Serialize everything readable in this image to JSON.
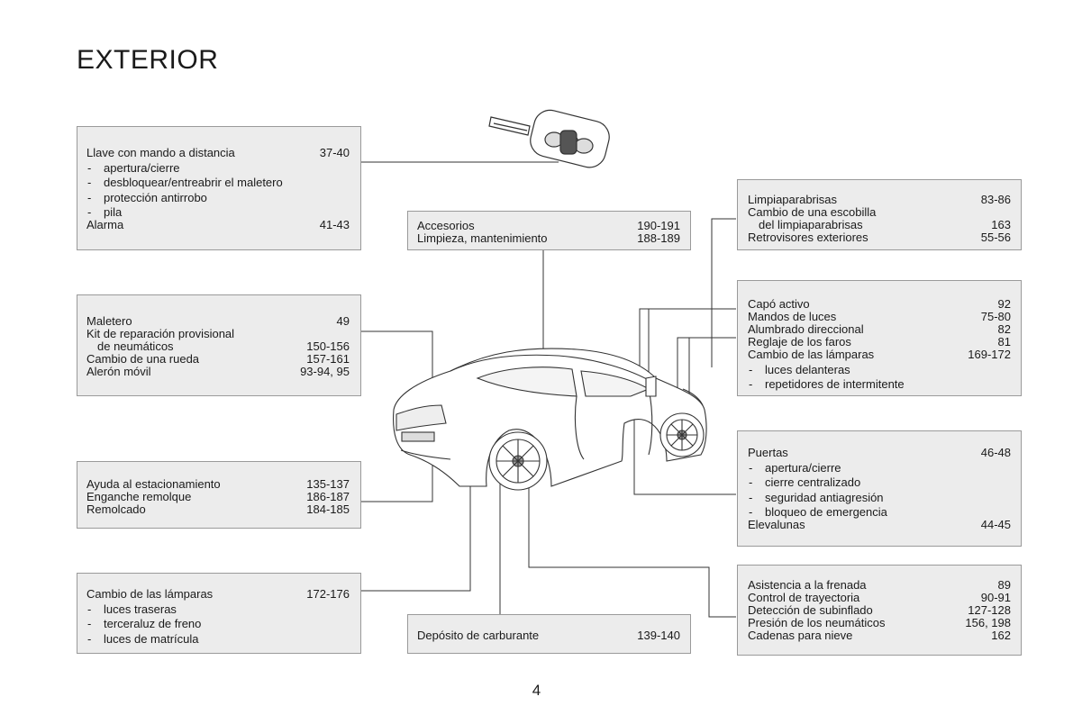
{
  "page_title": "EXTERIOR",
  "page_number": "4",
  "boxes": {
    "llave": {
      "items": [
        {
          "label": "Llave con mando a distancia",
          "page": "37-40",
          "kind": "main"
        },
        {
          "label": "apertura/cierre",
          "page": "",
          "kind": "dash"
        },
        {
          "label": "desbloquear/entreabrir el maletero",
          "page": "",
          "kind": "dash"
        },
        {
          "label": "protección antirrobo",
          "page": "",
          "kind": "dash"
        },
        {
          "label": "pila",
          "page": "",
          "kind": "dash"
        },
        {
          "label": "Alarma",
          "page": "41-43",
          "kind": "main"
        }
      ]
    },
    "accesorios": {
      "items": [
        {
          "label": "Accesorios",
          "page": "190-191",
          "kind": "main"
        },
        {
          "label": "Limpieza, mantenimiento",
          "page": "188-189",
          "kind": "main"
        }
      ]
    },
    "limpia": {
      "items": [
        {
          "label": "Limpiaparabrisas",
          "page": "83-86",
          "kind": "main"
        },
        {
          "label": "Cambio de una escobilla",
          "page": "",
          "kind": "main"
        },
        {
          "label": "del limpiaparabrisas",
          "page": "163",
          "kind": "sub"
        },
        {
          "label": "Retrovisores exteriores",
          "page": "55-56",
          "kind": "main"
        }
      ]
    },
    "maletero": {
      "items": [
        {
          "label": "Maletero",
          "page": "49",
          "kind": "main"
        },
        {
          "label": "Kit de reparación provisional",
          "page": "",
          "kind": "main"
        },
        {
          "label": "de neumáticos",
          "page": "150-156",
          "kind": "sub"
        },
        {
          "label": "Cambio de una rueda",
          "page": "157-161",
          "kind": "main"
        },
        {
          "label": "Alerón móvil",
          "page": "93-94, 95",
          "kind": "main"
        }
      ]
    },
    "capo": {
      "items": [
        {
          "label": "Capó activo",
          "page": "92",
          "kind": "main"
        },
        {
          "label": "Mandos de luces",
          "page": "75-80",
          "kind": "main"
        },
        {
          "label": "Alumbrado direccional",
          "page": "82",
          "kind": "main"
        },
        {
          "label": "Reglaje de los faros",
          "page": "81",
          "kind": "main"
        },
        {
          "label": "Cambio de las lámparas",
          "page": "169-172",
          "kind": "main"
        },
        {
          "label": "luces delanteras",
          "page": "",
          "kind": "dash"
        },
        {
          "label": "repetidores de intermitente",
          "page": "",
          "kind": "dash"
        }
      ]
    },
    "ayuda": {
      "items": [
        {
          "label": "Ayuda al estacionamiento",
          "page": "135-137",
          "kind": "main"
        },
        {
          "label": "Enganche remolque",
          "page": "186-187",
          "kind": "main"
        },
        {
          "label": "Remolcado",
          "page": "184-185",
          "kind": "main"
        }
      ]
    },
    "puertas": {
      "items": [
        {
          "label": "Puertas",
          "page": "46-48",
          "kind": "main"
        },
        {
          "label": "apertura/cierre",
          "page": "",
          "kind": "dash"
        },
        {
          "label": "cierre centralizado",
          "page": "",
          "kind": "dash"
        },
        {
          "label": "seguridad antiagresión",
          "page": "",
          "kind": "dash"
        },
        {
          "label": "bloqueo de emergencia",
          "page": "",
          "kind": "dash"
        },
        {
          "label": "Elevalunas",
          "page": "44-45",
          "kind": "main"
        }
      ]
    },
    "lamparas": {
      "items": [
        {
          "label": "Cambio de las lámparas",
          "page": "172-176",
          "kind": "main"
        },
        {
          "label": "luces traseras",
          "page": "",
          "kind": "dash"
        },
        {
          "label": "terceraluz de freno",
          "page": "",
          "kind": "dash"
        },
        {
          "label": "luces de matrícula",
          "page": "",
          "kind": "dash"
        }
      ]
    },
    "deposito": {
      "items": [
        {
          "label": "Depósito de carburante",
          "page": "139-140",
          "kind": "main"
        }
      ]
    },
    "asistencia": {
      "items": [
        {
          "label": "Asistencia a la frenada",
          "page": "89",
          "kind": "main"
        },
        {
          "label": "Control de trayectoria",
          "page": "90-91",
          "kind": "main"
        },
        {
          "label": "Detección de subinflado",
          "page": "127-128",
          "kind": "main"
        },
        {
          "label": "Presión de los neumáticos",
          "page": "156, 198",
          "kind": "main"
        },
        {
          "label": "Cadenas para nieve",
          "page": "162",
          "kind": "main"
        }
      ]
    }
  }
}
